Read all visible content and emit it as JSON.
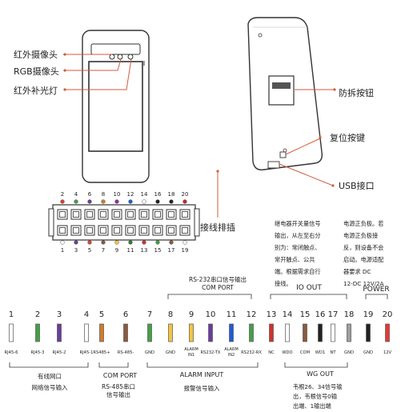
{
  "device_labels": {
    "ir_camera": "红外摄像头",
    "rgb_camera": "RGB摄像头",
    "ir_fill_light": "红外补光灯",
    "tamper_button": "防拆按钮",
    "reset_button": "复位按键",
    "usb_port": "USB接口",
    "wiring_terminal": "接线排插"
  },
  "connector": {
    "top_numbers": [
      "2",
      "4",
      "6",
      "8",
      "10",
      "12",
      "14",
      "16",
      "18",
      "20"
    ],
    "bottom_numbers": [
      "1",
      "3",
      "5",
      "7",
      "9",
      "11",
      "13",
      "15",
      "17",
      "19"
    ],
    "top_dot_colors": [
      "#e53935",
      "#43a047",
      "#6a3d9a",
      "#d07b2b",
      "#9c27b0",
      "#1e5bd6",
      "#ffffff",
      "#222222",
      "#222222",
      "#c62828"
    ],
    "bottom_dot_colors": [
      "#ffffff",
      "#6a3d9a",
      "#d4473a",
      "#8b5a3c",
      "#f4c542",
      "#2e7d32",
      "#d32f2f",
      "#43a047",
      "#8b5a3c",
      "#ffffff"
    ]
  },
  "notes": {
    "relay": [
      "继电器开关量信号",
      "输出，从左至右分",
      "别为：常闭触点、",
      "常开触点、公共",
      "端。根据需求自行",
      "接线。"
    ],
    "power": [
      "电源正负极。若",
      "电源正负极接",
      "反，则设备不会",
      "启动。电源适配",
      "器要求 DC",
      "12-DC 12V/2A"
    ]
  },
  "bus_labels": {
    "rs232_line1": "RS-232串口信号输出",
    "rs232_line2": "COM PORT",
    "io_out": "IO OUT",
    "power": "POWER"
  },
  "pins": [
    {
      "num": "1",
      "label": "RJ45-6",
      "color": "#ffffff"
    },
    {
      "num": "2",
      "label": "RJ45-3",
      "color": "#43a047"
    },
    {
      "num": "3",
      "label": "RJ45-2",
      "color": "#6a3d9a"
    },
    {
      "num": "4",
      "label": "RJ45-1",
      "color": "#ffffff"
    },
    {
      "num": "5",
      "label": "RS485+",
      "color": "#d07b2b"
    },
    {
      "num": "6",
      "label": "RS-485-",
      "color": "#8b5a3c"
    },
    {
      "num": "7",
      "label": "GND",
      "color": "#43a047"
    },
    {
      "num": "8",
      "label": "GND",
      "color": "#f4c542"
    },
    {
      "num": "9",
      "label": "ALARM IN1",
      "color": "#f4c542"
    },
    {
      "num": "10",
      "label": "RS232-TX",
      "color": "#6a3d9a"
    },
    {
      "num": "11",
      "label": "ALARM IN2",
      "color": "#1e5bd6"
    },
    {
      "num": "12",
      "label": "RS232-RX",
      "color": "#43a047"
    },
    {
      "num": "13",
      "label": "NC",
      "color": "#d32f2f"
    },
    {
      "num": "14",
      "label": "WDO",
      "color": "#ffffff"
    },
    {
      "num": "15",
      "label": "COM",
      "color": "#8b5a3c"
    },
    {
      "num": "16",
      "label": "WD1",
      "color": "#222222"
    },
    {
      "num": "17",
      "label": "NT",
      "color": "#ffffff"
    },
    {
      "num": "18",
      "label": "GND",
      "color": "#9e9e9e"
    },
    {
      "num": "19",
      "label": "GND",
      "color": "#222222"
    },
    {
      "num": "20",
      "label": "12V",
      "color": "#e53935"
    }
  ],
  "groups": {
    "network_1": "有线网口",
    "network_2": "网络信号输入",
    "com_port": "COM PORT",
    "rs485_1": "RS-485串口",
    "rs485_2": "信号输出",
    "alarm_input": "ALARM INPUT",
    "alarm_desc": "报警信号输入",
    "wg_out": "WG OUT",
    "wg_desc": [
      "韦根26、34信号输",
      "出，韦根信号0输",
      "出端、1输出端"
    ]
  }
}
